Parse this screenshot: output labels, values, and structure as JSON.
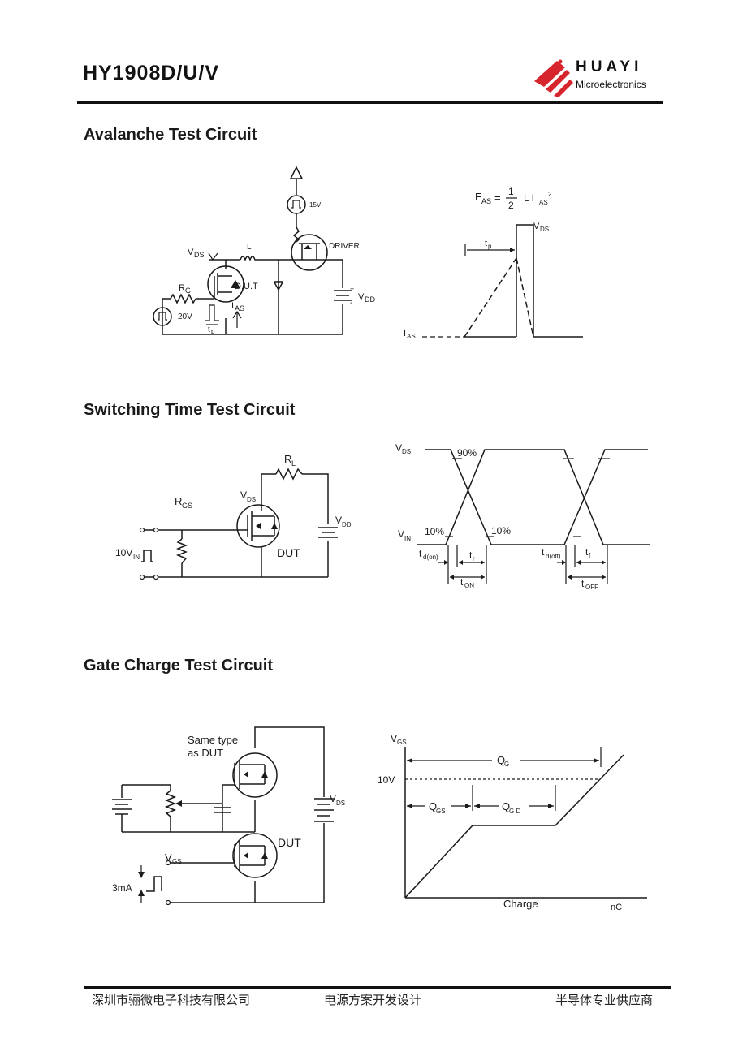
{
  "header": {
    "part_number": "HY1908D/U/V",
    "brand_name": "HUAYI",
    "brand_sub": "Microelectronics",
    "logo_icon": "huayi-logo-icon",
    "logo_color": "#d6252c"
  },
  "sections": {
    "avalanche": {
      "title": "Avalanche Test Circuit",
      "circuit": {
        "vds": "V",
        "vds_sub": "DS",
        "l": "L",
        "rg": "R",
        "rg_sub": "G",
        "dut": "D.U.T",
        "v20": "20V",
        "tp": "t",
        "tp_sub": "p",
        "ias": "I",
        "ias_sub": "AS",
        "v15": "15V",
        "driver": "DRIVER",
        "vdd": "V",
        "vdd_sub": "DD",
        "plus": "+",
        "minus": "-"
      },
      "waveform": {
        "eas_e": "E",
        "eas_sub": "AS",
        "eq": "=",
        "num": "1",
        "den": "2",
        "l": "L I",
        "l_sub": "AS",
        "l_sup": "2",
        "vds": "V",
        "vds_sub": "DS",
        "tp": "t",
        "tp_sub": "p",
        "ias": "I",
        "ias_sub": "AS"
      }
    },
    "switching": {
      "title": "Switching Time Test Circuit",
      "circuit": {
        "rl": "R",
        "rl_sub": "L",
        "rgs": "R",
        "rgs_sub": "GS",
        "vds": "V",
        "vds_sub": "DS",
        "vdd": "V",
        "vdd_sub": "DD",
        "dut": "DUT",
        "vin": "10V",
        "vin_sub": "IN"
      },
      "waveform": {
        "vds": "V",
        "vds_sub": "DS",
        "p90": "90%",
        "vin": "V",
        "vin_sub": "IN",
        "p10a": "10%",
        "p10b": "10%",
        "tdon": "t",
        "tdon_sub": "d(on)",
        "tr": "t",
        "tr_sub": "r",
        "ton": "t",
        "ton_sub": "ON",
        "tdoff": "t",
        "tdoff_sub": "d(off)",
        "tf": "t",
        "tf_sub": "f",
        "toff": "t",
        "toff_sub": "OFF"
      }
    },
    "gate_charge": {
      "title": "Gate Charge Test Circuit",
      "circuit": {
        "same_type_1": "Same type",
        "same_type_2": "as DUT",
        "vds": "V",
        "vds_sub": "DS",
        "dut": "DUT",
        "vgs": "V",
        "vgs_sub": "GS",
        "current": "3mA"
      },
      "waveform": {
        "vgs": "V",
        "vgs_sub": "GS",
        "qg": "Q",
        "qg_sub": "G",
        "v10": "10V",
        "qgs": "Q",
        "qgs_sub": "GS",
        "qgd": "Q",
        "qgd_sub": "G D",
        "xlabel": "Charge",
        "unit": "nC"
      }
    }
  },
  "footer": {
    "company": "深圳市骊微电子科技有限公司",
    "service": "电源方案开发设计",
    "supplier": "半导体专业供应商"
  }
}
